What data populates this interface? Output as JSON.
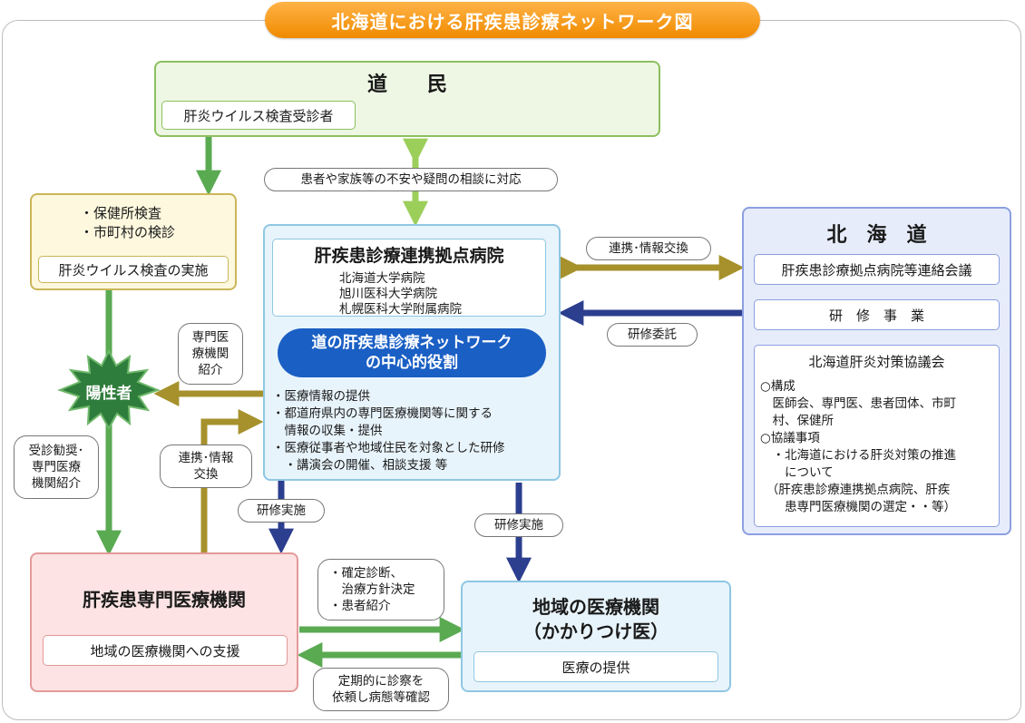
{
  "title": "北海道における肝疾患診療ネットワーク図",
  "citizens": {
    "heading": "道　　民",
    "sub": "肝炎ウイルス検査受診者"
  },
  "consult_pill": "患者や家族等の不安や疑問の相談に対応",
  "screening": {
    "line1": "・保健所検査",
    "line2": "・市町村の検診",
    "sub": "肝炎ウイルス検査の実施"
  },
  "hub": {
    "heading": "肝疾患診療連携拠点病院",
    "hospitals": [
      "北海道大学病院",
      "旭川医科大学病院",
      "札幌医科大学附属病院"
    ],
    "role_line1": "道の肝疾患診療ネットワーク",
    "role_line2": "の中心的役割",
    "duties": [
      "・医療情報の提供",
      "・都道府県内の専門医療機関等に関する",
      "　情報の収集・提供",
      "・医療従事者や地域住民を対象とした研修",
      "　・講演会の開催、相談支援 等"
    ]
  },
  "hokkaido": {
    "heading": "北　海　道",
    "council_meeting": "肝疾患診療拠点病院等連絡会議",
    "training": "研　修　事　業",
    "council": {
      "title": "北海道肝炎対策協議会",
      "lines": [
        "○構成",
        "　医師会、専門医、患者団体、市町",
        "　村、保健所",
        "○協議事項",
        "　・北海道における肝炎対策の推進",
        "　　について",
        "　（肝疾患診療連携拠点病院、肝疾",
        "　　患専門医療機関の選定・・等）"
      ]
    }
  },
  "labels": {
    "coop_exchange": "連携･情報交換",
    "training_entrust": "研修委託",
    "specialist_intro": [
      "専門医",
      "療機関",
      "紹介"
    ],
    "positive": "陽性者",
    "recommend": [
      "受診勧奨･",
      "専門医療",
      "機関紹介"
    ],
    "coop_exchange2": [
      "連携･情報",
      "交換"
    ],
    "training_impl1": "研修実施",
    "training_impl2": "研修実施",
    "diagnosis": [
      "・確定診断、",
      "　治療方針決定",
      "・患者紹介"
    ],
    "periodic": [
      "定期的に診察を",
      "依頼し病態等確認"
    ]
  },
  "specialist": {
    "heading": "肝疾患専門医療機関",
    "sub": "地域の医療機関への支援"
  },
  "local": {
    "heading1": "地域の医療機関",
    "heading2": "（かかりつけ医）",
    "sub": "医療の提供"
  },
  "colors": {
    "green": "#5aaa52",
    "light_green": "#9ccf5a",
    "olive": "#a6912c",
    "navy": "#2c3e8e",
    "orange": "#f08a00"
  }
}
